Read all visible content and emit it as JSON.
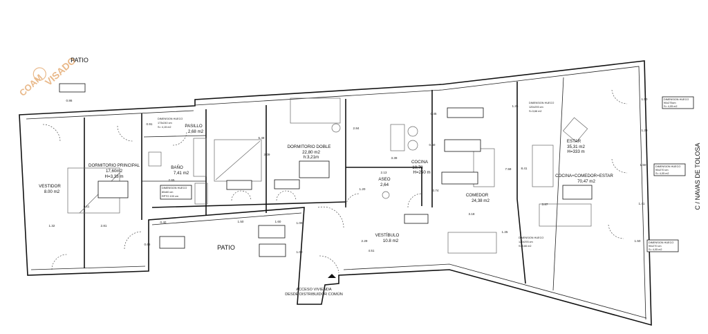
{
  "stamp": {
    "org": "COAM",
    "label": "VISADO",
    "color": "#e9b98a"
  },
  "outside": {
    "patio_top": "PATIO",
    "patio_center": "PATIO",
    "street": "C / NAVAS DE TOLOSA"
  },
  "rooms": [
    {
      "name": "DORMITORIO PRINCIPAL",
      "area": "17,60m2",
      "height": "H=3,33 m"
    },
    {
      "name": "VESTIDOR",
      "area": "8.00 m2"
    },
    {
      "name": "BAÑO",
      "area": "7,41 m2"
    },
    {
      "name": "PASILLO",
      "area": "2,68 m2"
    },
    {
      "name": "DORMITORIO DOBLE",
      "area": "22,80 m2",
      "height": "h:3,21m"
    },
    {
      "name": "ASEO",
      "area": "2,64"
    },
    {
      "name": "COCINA",
      "area": "10,78",
      "height": "H=250 m"
    },
    {
      "name": "COMEDOR",
      "area": "24,38 m2"
    },
    {
      "name": "ESTAR",
      "area": "35,31 m2",
      "height": "H=333 m"
    },
    {
      "name": "COCINA+COMEDOR+ESTAR",
      "area": "70,47 m2"
    },
    {
      "name": "VESTÍBULO",
      "area": "10.8 m2"
    }
  ],
  "access": {
    "line1": "ACCESO VIVIENDA",
    "line2": "DESDE DISTRIBUIDOR COMÚN"
  },
  "openings": [
    {
      "title": "DIMENSION HUECO",
      "size": "173x240 cm",
      "area": "S= 4,15 m2"
    },
    {
      "title": "DIMENSION HUECO",
      "size": "120x293 cm",
      "area": "S=3,66 m2"
    },
    {
      "title": "DIMENSION HUECO",
      "size": "120x293 cm",
      "area": "S=3,66 m2"
    },
    {
      "title": "DIMENSION HUECO",
      "size": "90x275cm",
      "area": "S= 4,05 m2"
    },
    {
      "title": "DIMENSION HUECO",
      "size": "90x270 cm",
      "area": "S= 4,05 m2"
    },
    {
      "title": "DIMENSION HUECO",
      "size": "90x270 cm",
      "area": "S= 4,05 m2"
    },
    {
      "title": "DIMENSION HUECO",
      "size": "80x60 cm",
      "area": "RPTO 100 cm"
    }
  ],
  "dimensions": [
    "0.86",
    "0.91",
    "2.65",
    "1.32",
    "2.81",
    "6.11",
    "0.40",
    "0.68",
    "1.50",
    "1.60",
    "1.00",
    "1.00",
    "5.49",
    "3.09",
    "2.84",
    "3.39",
    "2.13",
    "1.20",
    "0.45",
    "0.50",
    "0.74",
    "7.59",
    "3.18",
    "2.29",
    "4.51",
    "1.25",
    "1.25",
    "8.41",
    "3.87",
    "1.50",
    "1.29",
    "1.50",
    "1.41",
    "1.50"
  ]
}
